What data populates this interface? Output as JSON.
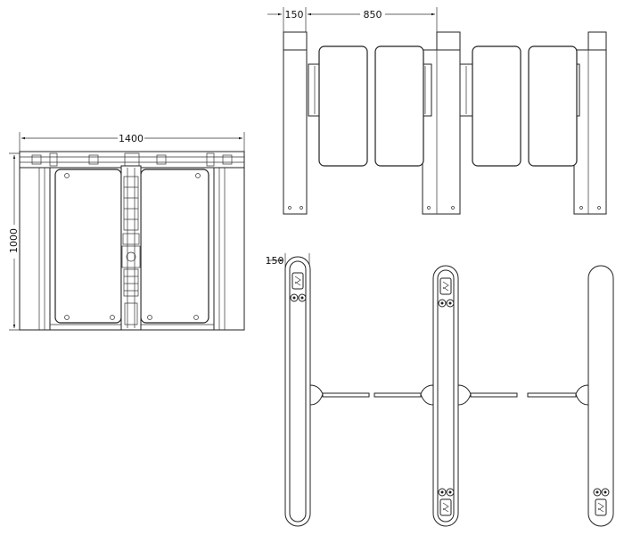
{
  "front_view": {
    "width_label": "1400",
    "height_label": "1000"
  },
  "side_view": {
    "edge_label": "150",
    "span_label": "850"
  },
  "top_view": {
    "width_label": "150"
  },
  "icons": {
    "direction_arrow": "arrow-icon",
    "indicator": "indicator-lights-icon"
  }
}
